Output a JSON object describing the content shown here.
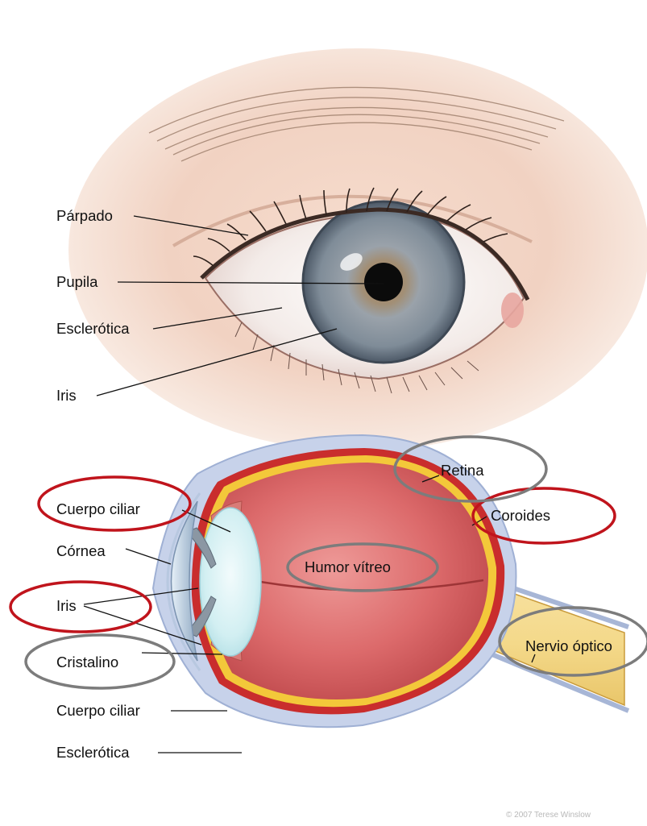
{
  "top_figure": {
    "labels": {
      "eyelid": "Párpado",
      "pupil": "Pupila",
      "sclera": "Esclerótica",
      "iris": "Iris"
    }
  },
  "bottom_figure": {
    "labels": {
      "ciliary_body_top": "Cuerpo ciliar",
      "cornea": "Córnea",
      "iris": "Iris",
      "lens": "Cristalino",
      "ciliary_body_bottom": "Cuerpo ciliar",
      "sclera": "Esclerótica",
      "retina": "Retina",
      "choroid": "Coroides",
      "vitreous_humor": "Humor vítreo",
      "optic_nerve": "Nervio óptico"
    },
    "copyright": "© 2007 Terese Winslow"
  },
  "colors": {
    "highlight_red": "#c0141c",
    "highlight_gray": "#7c7c7c",
    "vitreous": "#d9585c",
    "retina_yellow": "#f3c83a",
    "sclera_blue": "#c7d2ea",
    "iris_gray": "#8b97a3"
  }
}
